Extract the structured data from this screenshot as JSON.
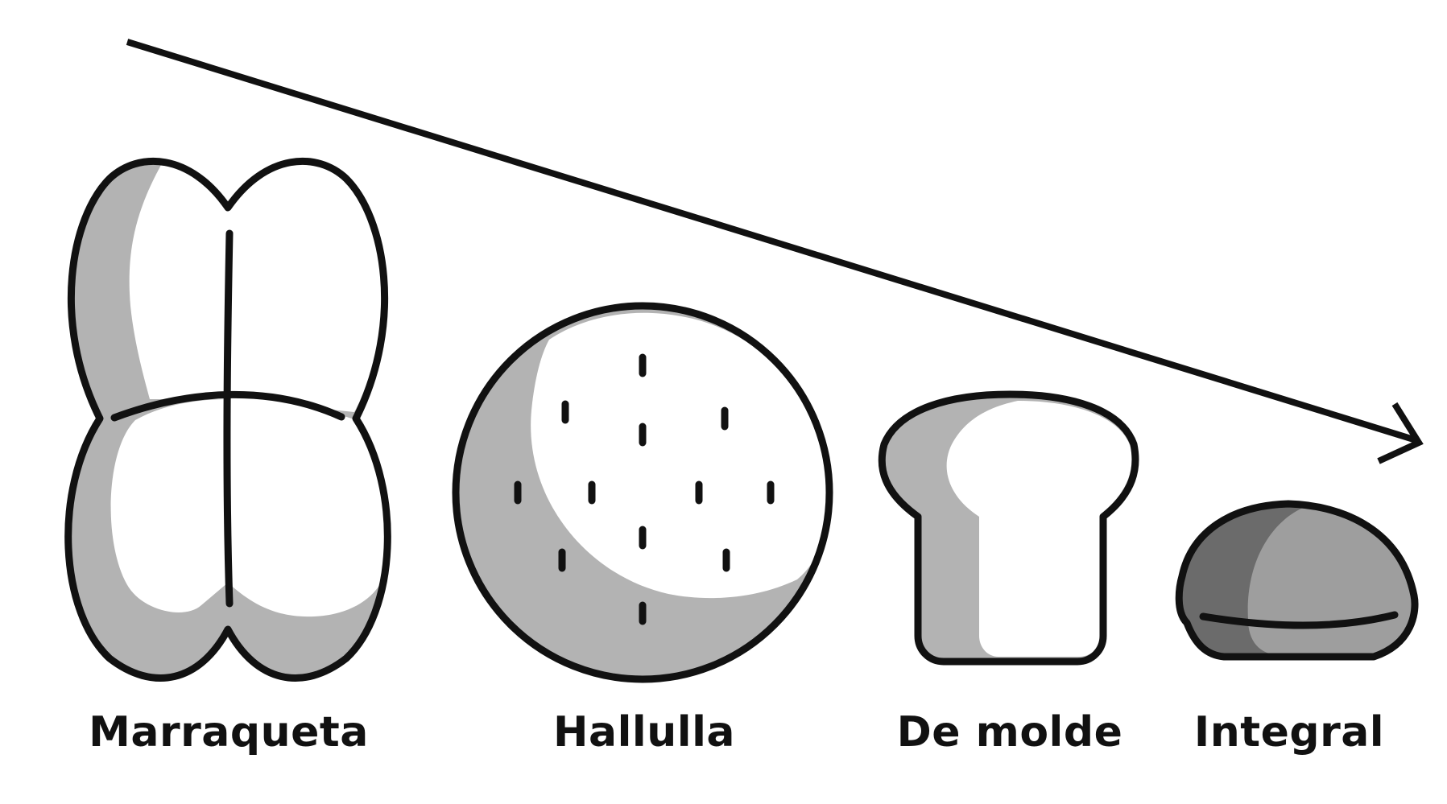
{
  "breads": [
    {
      "id": "marraqueta",
      "label": "Marraqueta"
    },
    {
      "id": "hallulla",
      "label": "Hallulla"
    },
    {
      "id": "demolde",
      "label": "De molde"
    },
    {
      "id": "integral",
      "label": "Integral"
    }
  ],
  "colors": {
    "stroke": "#111111",
    "shadow": "#b3b3b3",
    "integral_body": "#9e9e9e",
    "integral_shadow": "#6b6b6b",
    "highlight": "#ffffff"
  },
  "icons": [
    "decreasing-arrow-icon",
    "marraqueta-bread-icon",
    "hallulla-bread-icon",
    "sliced-bread-icon",
    "wholegrain-bread-icon"
  ]
}
